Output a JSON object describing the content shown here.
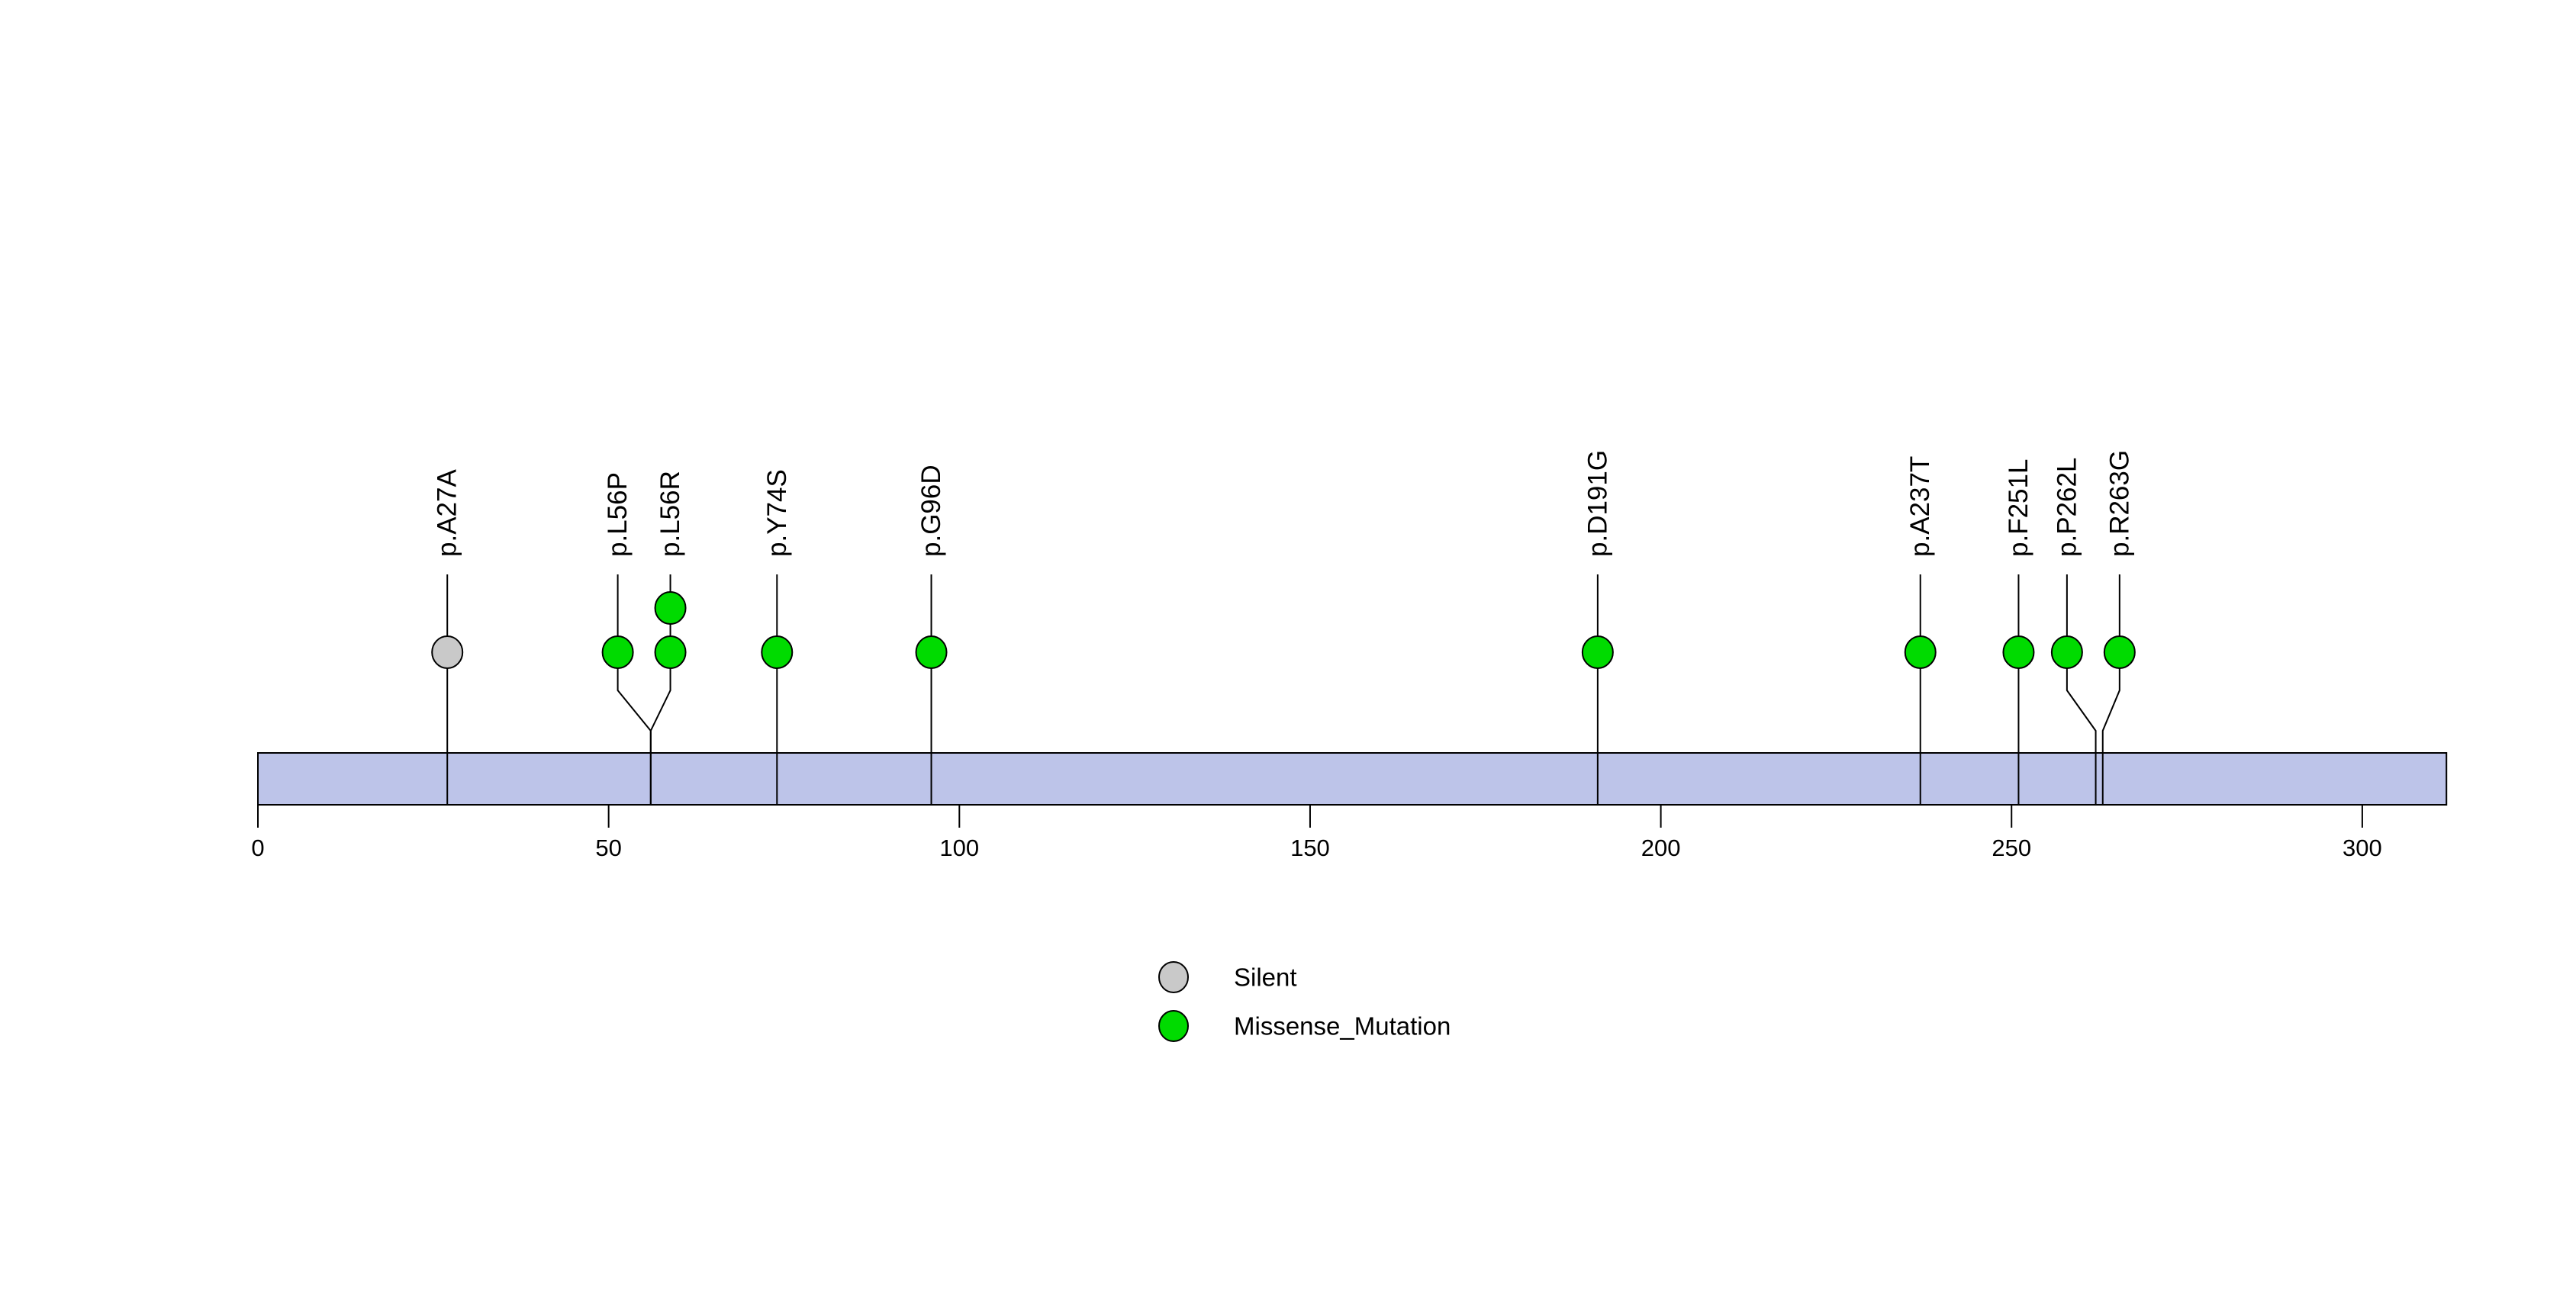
{
  "chart_data": {
    "type": "scatter",
    "variant": "lollipop-mutation-plot",
    "title": "",
    "xlabel": "",
    "ylabel": "",
    "xlim": [
      0,
      312
    ],
    "protein_length": 312,
    "grid": false,
    "axis_ticks": [
      0,
      50,
      100,
      150,
      200,
      250,
      300
    ],
    "mutations": [
      {
        "label": "p.A27A",
        "pos": 27,
        "label_pos": 27,
        "count": 1,
        "class": "Silent"
      },
      {
        "label": "p.L56P",
        "pos": 56,
        "label_pos": 51.3,
        "count": 1,
        "class": "Missense_Mutation"
      },
      {
        "label": "p.L56R",
        "pos": 56,
        "label_pos": 58.8,
        "count": 2,
        "class": "Missense_Mutation"
      },
      {
        "label": "p.Y74S",
        "pos": 74,
        "label_pos": 74,
        "count": 1,
        "class": "Missense_Mutation"
      },
      {
        "label": "p.G96D",
        "pos": 96,
        "label_pos": 96,
        "count": 1,
        "class": "Missense_Mutation"
      },
      {
        "label": "p.D191G",
        "pos": 191,
        "label_pos": 191,
        "count": 1,
        "class": "Missense_Mutation"
      },
      {
        "label": "p.A237T",
        "pos": 237,
        "label_pos": 237,
        "count": 1,
        "class": "Missense_Mutation"
      },
      {
        "label": "p.F251L",
        "pos": 251,
        "label_pos": 251,
        "count": 1,
        "class": "Missense_Mutation"
      },
      {
        "label": "p.P262L",
        "pos": 262,
        "label_pos": 257.9,
        "count": 1,
        "class": "Missense_Mutation"
      },
      {
        "label": "p.R263G",
        "pos": 263,
        "label_pos": 265.4,
        "count": 1,
        "class": "Missense_Mutation"
      }
    ],
    "legend": {
      "position": "bottom-center",
      "entries": [
        {
          "label": "Silent",
          "color": "#C9C9C9"
        },
        {
          "label": "Missense_Mutation",
          "color": "#00DB00"
        }
      ]
    },
    "colors": {
      "Silent": "#C9C9C9",
      "Missense_Mutation": "#00DB00",
      "backbone_fill": "#BDC4E9",
      "stroke": "#000000",
      "background": "#FFFFFF"
    }
  }
}
